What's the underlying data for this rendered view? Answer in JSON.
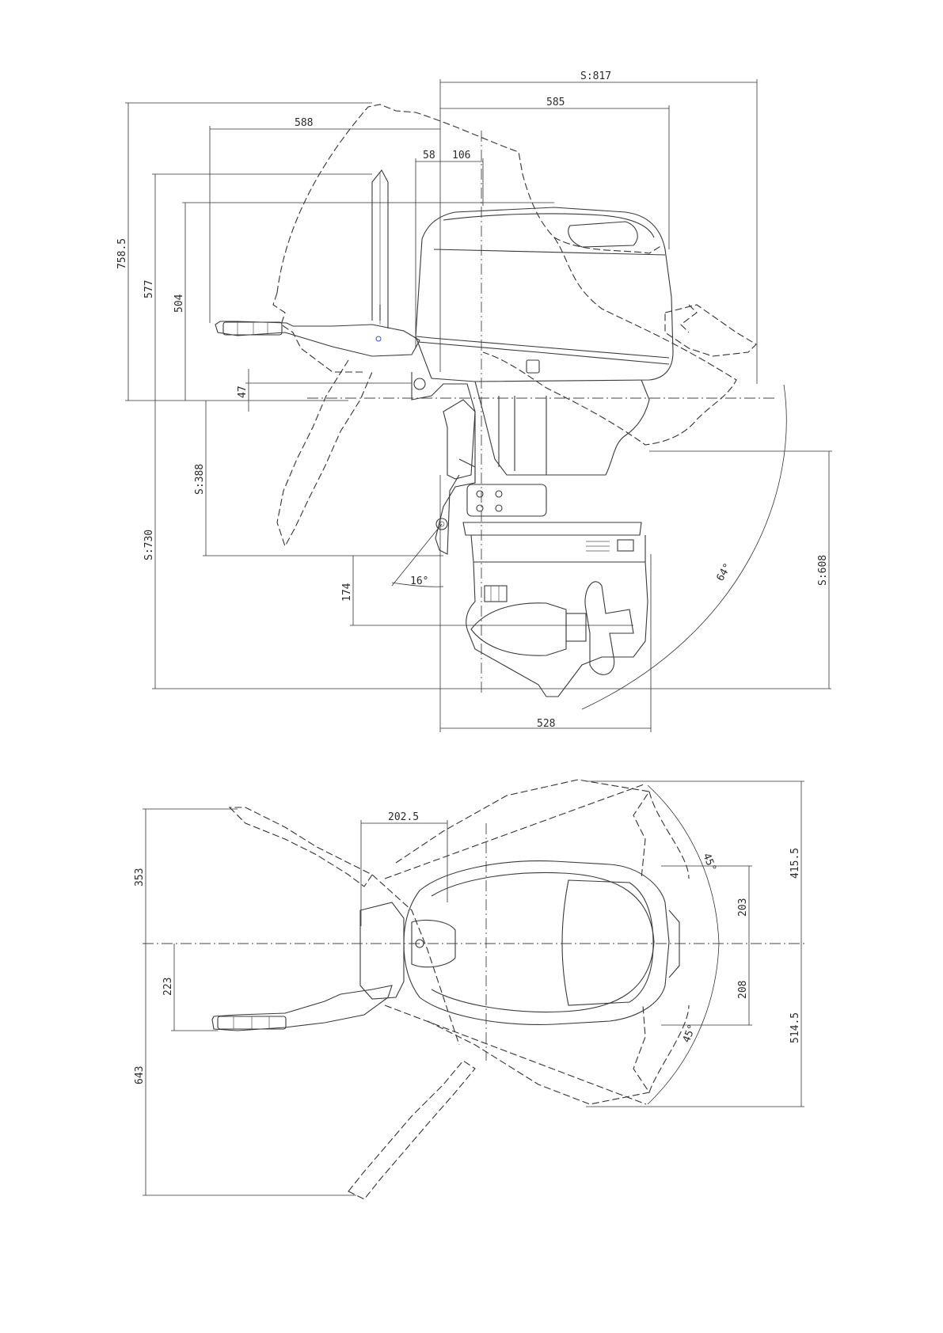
{
  "side_view": {
    "dimensions": {
      "tilt_width": "S:817",
      "top_width": "585",
      "tiller_reach": "588",
      "offset_a": "58",
      "offset_b": "106",
      "height_total": "758.5",
      "height_tiller": "577",
      "height_cowl": "504",
      "clamp_drop": "47",
      "shaft_mid": "S:388",
      "shaft_total": "S:730",
      "cav_plate": "174",
      "trim_angle": "16°",
      "tilt_angle": "64°",
      "lower_span": "S:608",
      "base_width": "528"
    }
  },
  "top_view": {
    "dimensions": {
      "bracket_width": "202.5",
      "left_upper": "353",
      "left_lower": "643",
      "tiller_offset": "223",
      "right_upper_total": "415.5",
      "right_lower_total": "514.5",
      "right_upper": "203",
      "right_lower": "208",
      "steer_angle_upper": "45°",
      "steer_angle_lower": "45°"
    }
  },
  "colors": {
    "line": "#333333",
    "background": "#ffffff",
    "accent_dot": "#3b4fd1"
  }
}
